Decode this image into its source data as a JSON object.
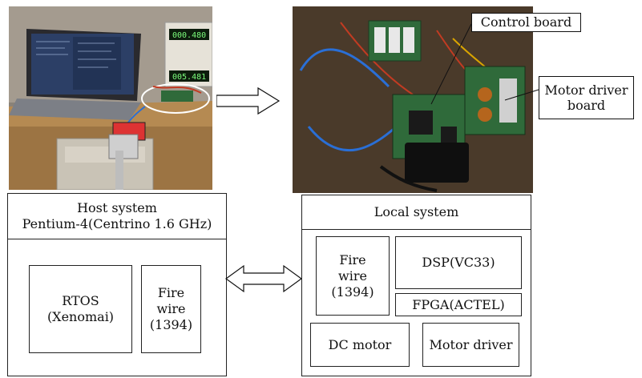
{
  "callouts": {
    "control_board": "Control board",
    "motor_driver_board": "Motor driver\nboard"
  },
  "host": {
    "title_line1": "Host system",
    "title_line2": "Pentium-4(Centrino 1.6 GHz)",
    "rtos": "RTOS\n(Xenomai)",
    "firewire": "Fire\nwire\n(1394)"
  },
  "local": {
    "title": "Local system",
    "firewire": "Fire\nwire\n(1394)",
    "dsp": "DSP(VC33)",
    "fpga": "FPGA(ACTEL)",
    "dc_motor": "DC motor",
    "motor_driver": "Motor driver"
  },
  "photo_lab": {
    "display_top": "000.480",
    "display_bottom": "005.481"
  },
  "colors": {
    "photo_bg_dark": "#3b2e22",
    "board_green": "#2f6a3a",
    "lcd_green": "#7cfc7c"
  }
}
